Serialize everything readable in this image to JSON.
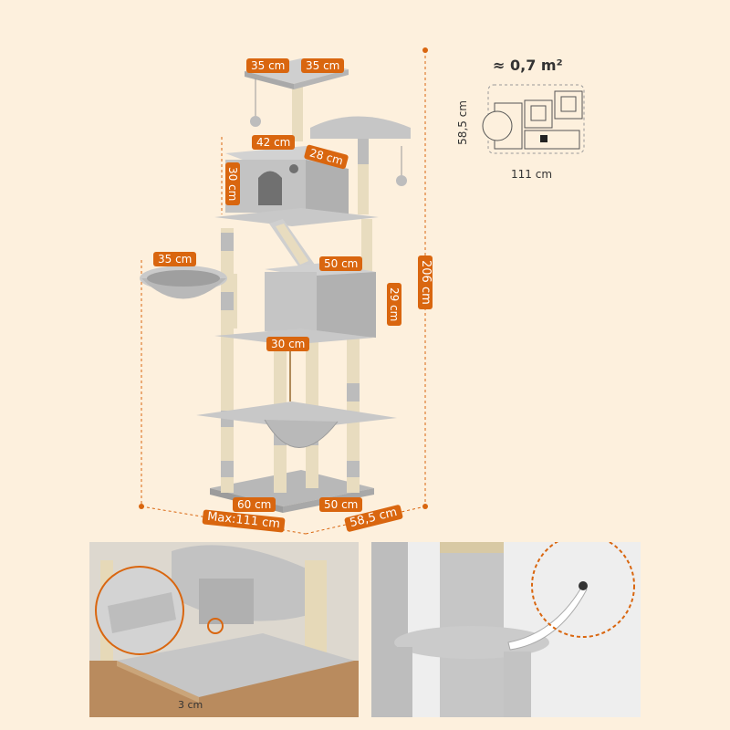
{
  "colors": {
    "background": "#fdf0dd",
    "accent": "#d9660f",
    "plush": "#c9c9c9",
    "sisal": "#e8dcbf"
  },
  "dimensions": {
    "top_width_a": "35 cm",
    "top_width_b": "35 cm",
    "condo_width": "42 cm",
    "condo_depth": "28 cm",
    "condo_height": "30 cm",
    "basket_width": "35 cm",
    "box_width": "50 cm",
    "box_height": "29 cm",
    "box_depth": "30 cm",
    "total_height": "206 cm",
    "base_width": "60 cm",
    "base_depth": "50 cm",
    "max_width": "Max:111 cm",
    "max_depth": "58,5 cm"
  },
  "footprint": {
    "area": "≈ 0,7 m²",
    "depth": "58,5 cm",
    "width": "111 cm"
  },
  "detail": {
    "base_thickness": "3 cm"
  }
}
